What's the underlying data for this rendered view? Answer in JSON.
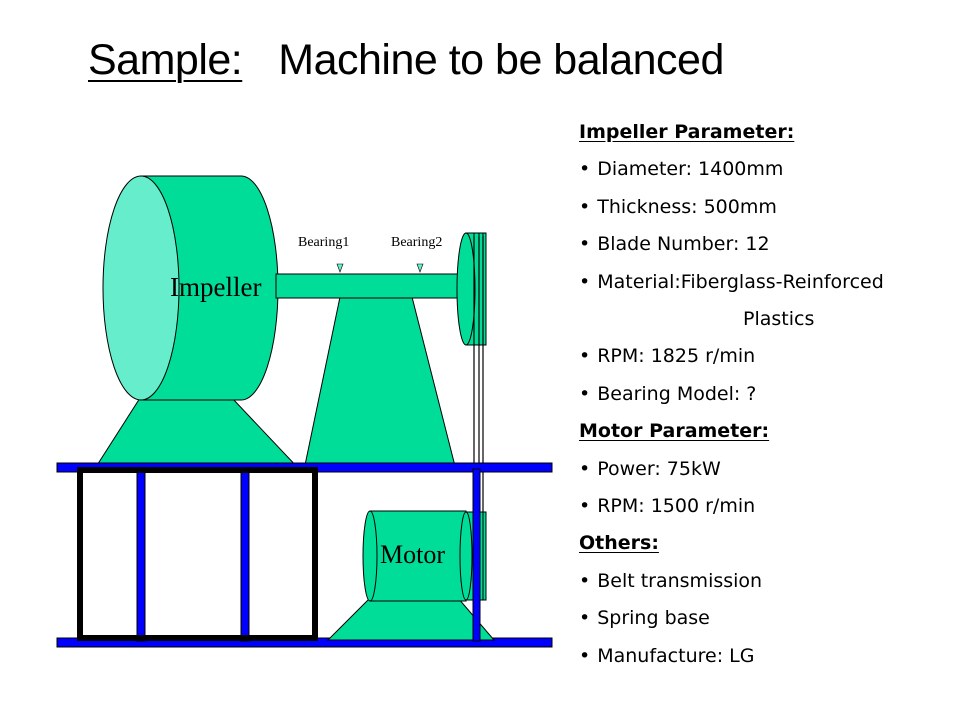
{
  "title": {
    "prefix": "Sample:",
    "text": "Machine to be balanced"
  },
  "diagram": {
    "impeller_label": "Impeller",
    "motor_label": "Motor",
    "bearing1_label": "Bearing1",
    "bearing2_label": "Bearing2",
    "colors": {
      "machine_fill": "#00DD99",
      "impeller_face": "#66EECC",
      "frame_blue": "#0000FF",
      "frame_black": "#000000"
    }
  },
  "impeller_params": {
    "heading": "Impeller Parameter:",
    "diameter": "Diameter: 1400mm",
    "thickness": "Thickness: 500mm",
    "blade_number": "Blade Number: 12",
    "material": "Material:Fiberglass-Reinforced",
    "material_cont": "Plastics",
    "rpm": "RPM: 1825 r/min",
    "bearing_model": "Bearing Model: ?"
  },
  "motor_params": {
    "heading": "Motor Parameter:",
    "power": "Power: 75kW",
    "rpm": "RPM: 1500 r/min"
  },
  "others": {
    "heading": "Others:",
    "belt": "Belt transmission",
    "spring": "Spring base",
    "manufacture": "Manufacture: LG"
  }
}
